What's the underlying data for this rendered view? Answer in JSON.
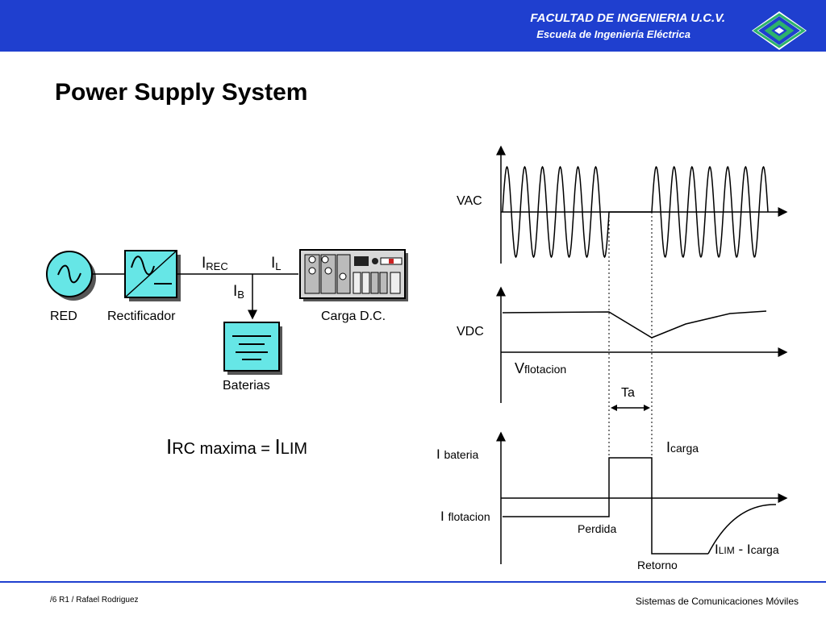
{
  "header": {
    "institution": "FACULTAD DE INGENIERIA U.C.V.",
    "school": "Escuela de Ingeniería Eléctrica",
    "accent_color": "#1f3fcf",
    "logo_icon": "ucv-diamond-logo"
  },
  "title": "Power Supply System",
  "block_diagram": {
    "source_label": "RED",
    "rectifier_label": "Rectificador",
    "load_label": "Carga D.C.",
    "battery_label": "Baterias",
    "i_rec": {
      "main": "I",
      "sub": "REC"
    },
    "i_l": {
      "main": "I",
      "sub": "L"
    },
    "i_b": {
      "main": "I",
      "sub": "B"
    },
    "block_color": "#66e6e6"
  },
  "formula": {
    "i1": "I",
    "rc": "RC maxima = ",
    "i2": "I",
    "lim": "LIM"
  },
  "waveforms": {
    "vac_label": "VAC",
    "vdc_label": "VDC",
    "vflot": {
      "main": "V",
      "sub": "flotacion"
    },
    "ta_label": "Ta",
    "ibat": {
      "main": "I",
      "sub": "bateria"
    },
    "icarga": {
      "main": "I",
      "sub": "carga"
    },
    "iflot": {
      "main": "I",
      "sub": "flotacion"
    },
    "perdida_label": "Perdida",
    "retorno_label": "Retorno",
    "ilim": {
      "i1": "I",
      "lim": "LIM",
      "mid": " - ",
      "i2": "I",
      "carga": "carga"
    }
  },
  "footer": {
    "left": "/6 R1 / Rafael Rodriguez",
    "right": "Sistemas de Comunicaciones Móviles"
  }
}
